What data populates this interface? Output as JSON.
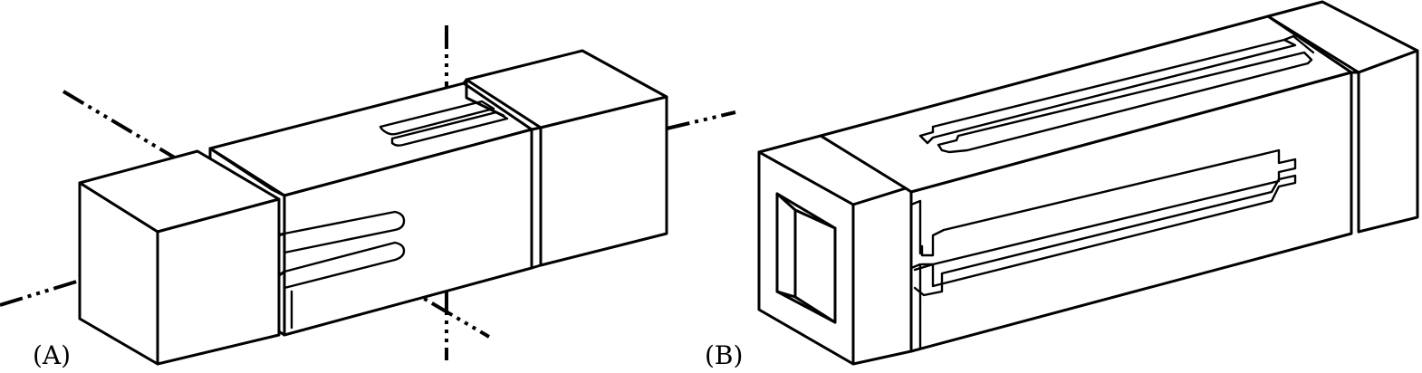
{
  "figure": {
    "panels": [
      {
        "id": "A",
        "label": "(A)"
      },
      {
        "id": "B",
        "label": "(B)"
      }
    ]
  }
}
